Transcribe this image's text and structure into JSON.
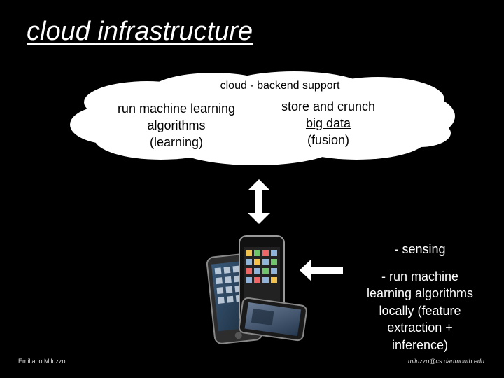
{
  "slide": {
    "title": "cloud infrastructure"
  },
  "cloud": {
    "label": "cloud - backend support",
    "left_lines": [
      "run machine learning",
      "algorithms",
      "(learning)"
    ],
    "right_lines": [
      "store and crunch",
      "big data",
      "(fusion)"
    ]
  },
  "device": {
    "bullet_sensing": "- sensing",
    "bullet_lines": [
      "- run machine",
      "learning algorithms",
      "locally (feature",
      "extraction +",
      "inference)"
    ]
  },
  "footer": {
    "author": "Emiliano Miluzzo",
    "email": "miluzzo@cs.dartmouth.edu"
  },
  "colors": {
    "background": "#000000",
    "cloud_fill": "#ffffff",
    "text": "#ffffff"
  },
  "icons": [
    "double-arrow-vertical-icon",
    "arrow-left-icon",
    "smartphone-icon"
  ]
}
